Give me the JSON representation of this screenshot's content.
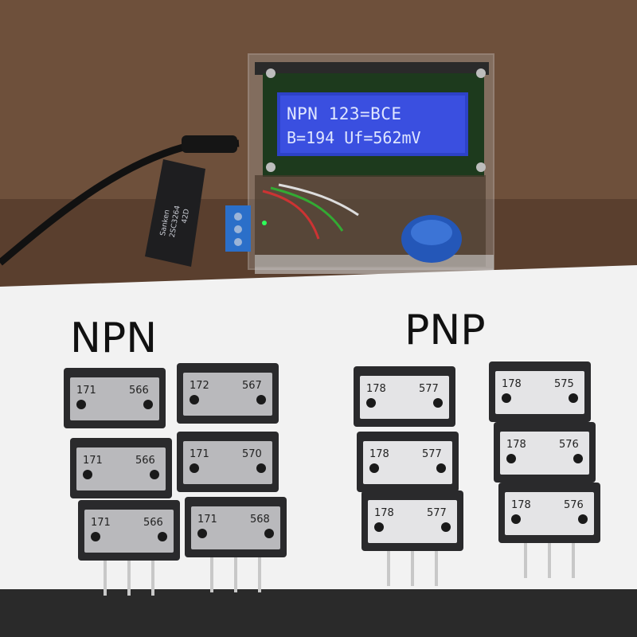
{
  "lcd": {
    "line1": "NPN  123=BCE",
    "line2": "B=194 Uf=562mV"
  },
  "labels": {
    "npn": "NPN",
    "pnp": "PNP"
  },
  "transistor_chip": {
    "brand": "Sanken",
    "part": "2SC3264",
    "code": "42D"
  },
  "transistors": [
    {
      "group": "npn",
      "left": "171",
      "right": "566"
    },
    {
      "group": "npn",
      "left": "171",
      "right": "566"
    },
    {
      "group": "npn",
      "left": "171",
      "right": "566"
    },
    {
      "group": "npn",
      "left": "172",
      "right": "567"
    },
    {
      "group": "npn",
      "left": "171",
      "right": "570"
    },
    {
      "group": "npn",
      "left": "171",
      "right": "568"
    },
    {
      "group": "pnp",
      "left": "178",
      "right": "577"
    },
    {
      "group": "pnp",
      "left": "178",
      "right": "577"
    },
    {
      "group": "pnp",
      "left": "178",
      "right": "577"
    },
    {
      "group": "pnp",
      "left": "178",
      "right": "575"
    },
    {
      "group": "pnp",
      "left": "178",
      "right": "576"
    },
    {
      "group": "pnp",
      "left": "178",
      "right": "576"
    }
  ],
  "colors": {
    "lcd_background": "#3a4fe0",
    "lcd_text": "#dfe6ff",
    "wall": "#6b4e3a",
    "paper": "#f2f2f2",
    "terminal_block": "#2b6fc9"
  }
}
